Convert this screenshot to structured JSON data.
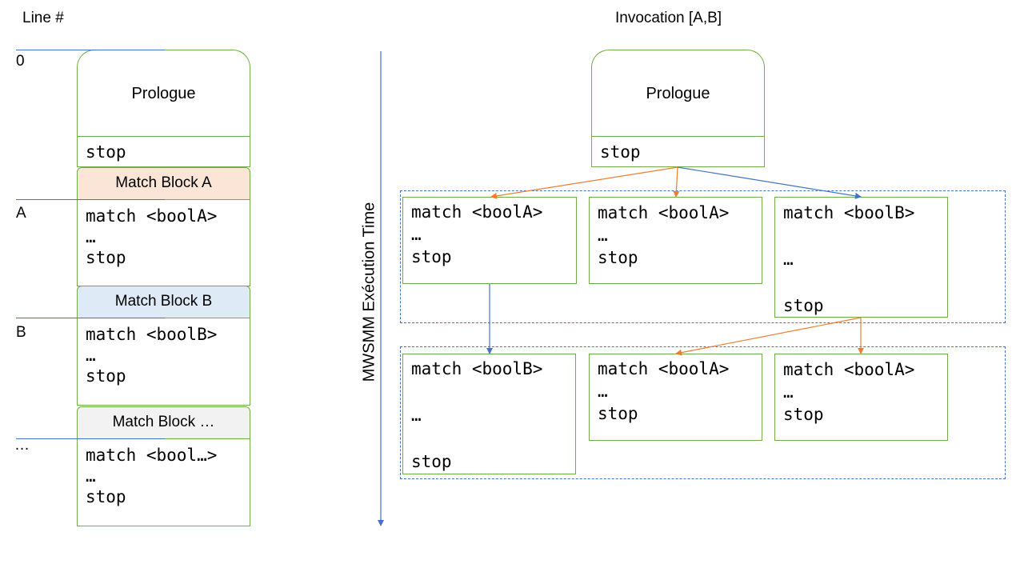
{
  "left": {
    "header": "Line #",
    "line_labels": [
      "0",
      "A",
      "B",
      "…"
    ],
    "prologue": {
      "title": "Prologue",
      "stop": "stop"
    },
    "blocks": [
      {
        "header": "Match Block A",
        "header_color": "#fbe5d6",
        "lines": [
          "match <boolA>",
          "…",
          "stop"
        ]
      },
      {
        "header": "Match Block B",
        "header_color": "#deebf7",
        "lines": [
          "match <boolB>",
          "…",
          "stop"
        ]
      },
      {
        "header": "Match Block …",
        "header_color": "#f2f2f2",
        "lines": [
          "match <bool…>",
          "…",
          "stop"
        ]
      }
    ]
  },
  "right": {
    "title": "Invocation [A,B]",
    "axis_label": "MWSMM Exécution Time",
    "prologue": {
      "title": "Prologue",
      "stop": "stop"
    },
    "row1": [
      {
        "lines": [
          "match <boolA>",
          "…",
          "stop"
        ]
      },
      {
        "lines": [
          "match <boolA>",
          "…",
          "stop"
        ]
      },
      {
        "lines": [
          "match <boolB>",
          "",
          "…",
          "",
          "stop"
        ]
      }
    ],
    "row2": [
      {
        "lines": [
          "match <boolB>",
          "",
          "…",
          "",
          "stop"
        ]
      },
      {
        "lines": [
          "match <boolA>",
          "…",
          "stop"
        ]
      },
      {
        "lines": [
          "match <boolA>",
          "…",
          "stop"
        ]
      }
    ]
  },
  "colors": {
    "box_border": "#70ad47",
    "blue_arrow": "#4472c4",
    "orange_arrow": "#ed7d31"
  }
}
